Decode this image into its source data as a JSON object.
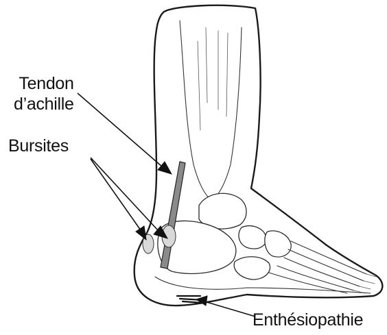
{
  "labels": {
    "tendon_line1": "Tendon",
    "tendon_line2": "d’achille",
    "bursites": "Bursites",
    "enthesiopathie": "Enthésiopathie"
  },
  "colors": {
    "line": "#1a1a1a",
    "tendon_fill": "#8a8a8a",
    "bursa_fill": "#d9d9d9",
    "background": "#ffffff"
  }
}
